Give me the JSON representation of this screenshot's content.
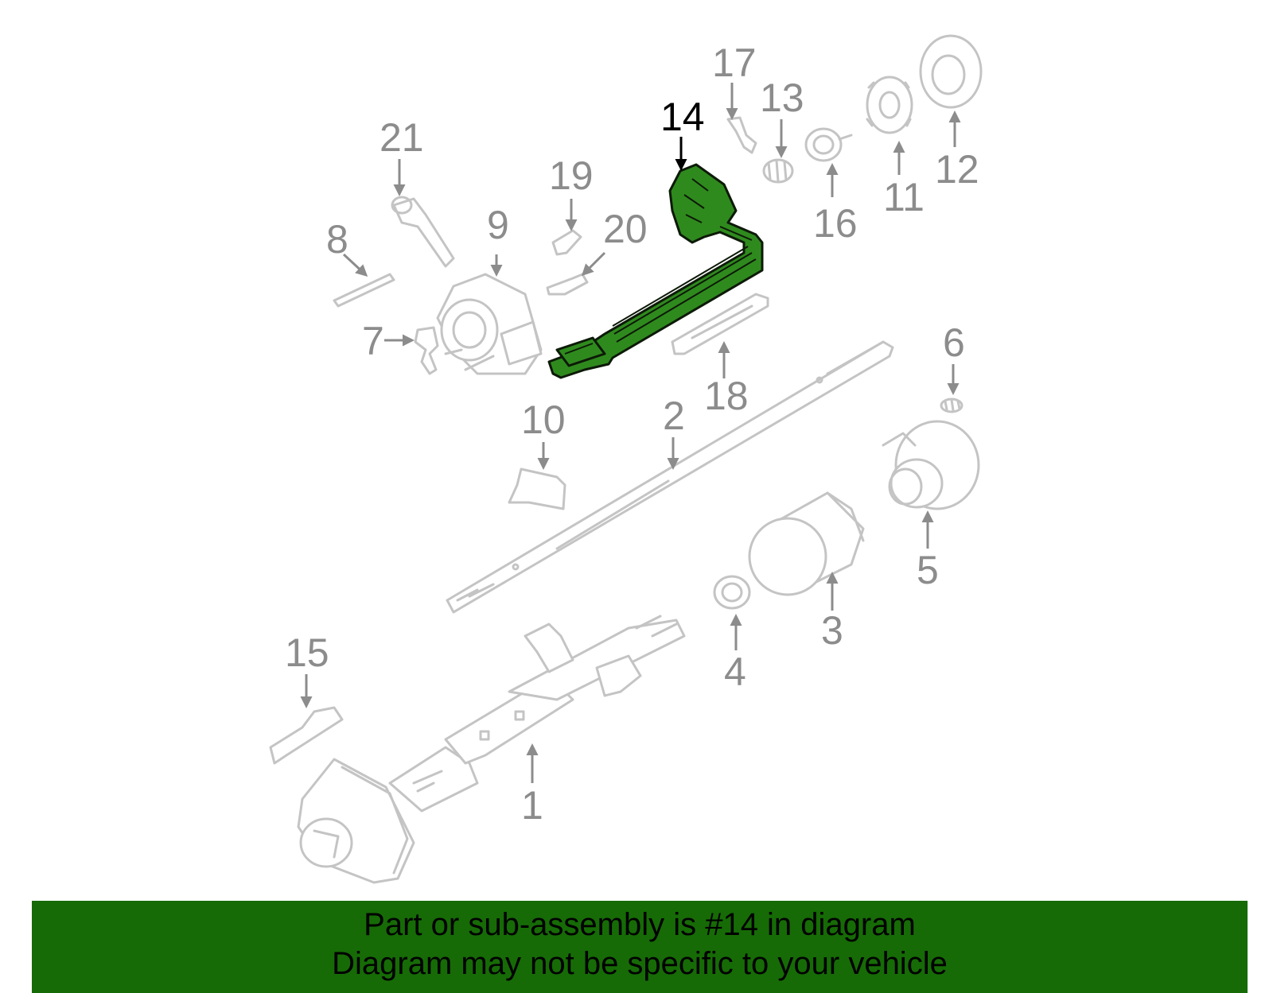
{
  "diagram": {
    "highlight_color": "#2f8a1e",
    "part_color": "#c4c4c4",
    "label_color": "#8c8c8c",
    "highlighted_part": "14",
    "callouts": [
      "1",
      "2",
      "3",
      "4",
      "5",
      "6",
      "7",
      "8",
      "9",
      "10",
      "11",
      "12",
      "13",
      "14",
      "15",
      "16",
      "17",
      "18",
      "19",
      "20",
      "21"
    ]
  },
  "banner": {
    "background": "#166b06",
    "line1": "Part or sub-assembly is #14 in diagram",
    "line2": "Diagram may not be specific to your vehicle"
  }
}
